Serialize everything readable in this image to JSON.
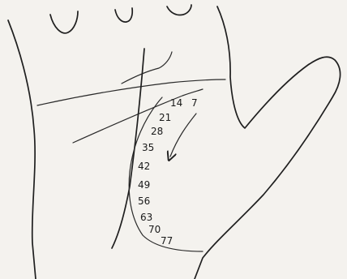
{
  "diagram": {
    "age_markers": [
      {
        "id": "age-7",
        "text": "7"
      },
      {
        "id": "age-14",
        "text": "14"
      },
      {
        "id": "age-21",
        "text": "21"
      },
      {
        "id": "age-28",
        "text": "28"
      },
      {
        "id": "age-35",
        "text": "35"
      },
      {
        "id": "age-42",
        "text": "42"
      },
      {
        "id": "age-49",
        "text": "49"
      },
      {
        "id": "age-56",
        "text": "56"
      },
      {
        "id": "age-63",
        "text": "63"
      },
      {
        "id": "age-70",
        "text": "70"
      },
      {
        "id": "age-77",
        "text": "77"
      }
    ],
    "colors": {
      "paper": "#f4f2ee",
      "ink": "#1f1f1f"
    }
  }
}
